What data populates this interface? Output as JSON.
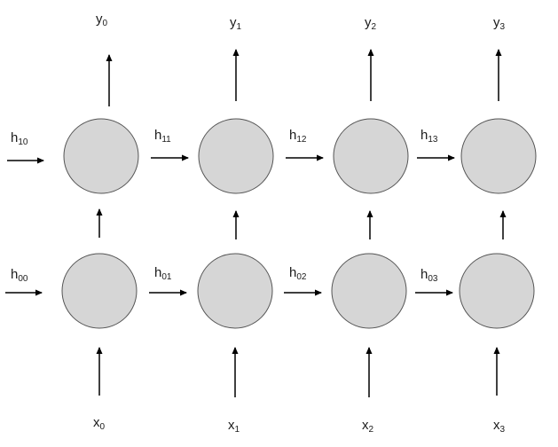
{
  "diagram": {
    "outputs": [
      {
        "base": "y",
        "sub": "0"
      },
      {
        "base": "y",
        "sub": "1"
      },
      {
        "base": "y",
        "sub": "2"
      },
      {
        "base": "y",
        "sub": "3"
      }
    ],
    "inputs": [
      {
        "base": "x",
        "sub": "0"
      },
      {
        "base": "x",
        "sub": "1"
      },
      {
        "base": "x",
        "sub": "2"
      },
      {
        "base": "x",
        "sub": "3"
      }
    ],
    "top_hidden": [
      {
        "base": "h",
        "sub": "10"
      },
      {
        "base": "h",
        "sub": "11"
      },
      {
        "base": "h",
        "sub": "12"
      },
      {
        "base": "h",
        "sub": "13"
      }
    ],
    "bottom_hidden": [
      {
        "base": "h",
        "sub": "00"
      },
      {
        "base": "h",
        "sub": "01"
      },
      {
        "base": "h",
        "sub": "02"
      },
      {
        "base": "h",
        "sub": "03"
      }
    ],
    "colors": {
      "node_fill": "#d6d6d6",
      "node_stroke": "#555555",
      "arrow": "#000000"
    }
  }
}
